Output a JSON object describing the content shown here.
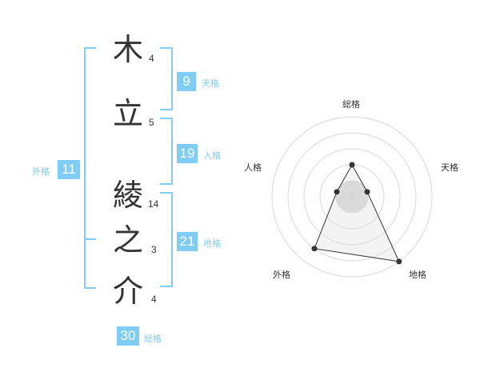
{
  "name": {
    "chars": [
      {
        "char": "木",
        "strokes": "4"
      },
      {
        "char": "立",
        "strokes": "5"
      },
      {
        "char": "綾",
        "strokes": "14"
      },
      {
        "char": "之",
        "strokes": "3"
      },
      {
        "char": "介",
        "strokes": "4"
      }
    ]
  },
  "fortune": {
    "tenkaku": {
      "value": "9",
      "label": "天格"
    },
    "jinkaku": {
      "value": "19",
      "label": "人格"
    },
    "chikaku": {
      "value": "21",
      "label": "地格"
    },
    "gaikaku": {
      "value": "11",
      "label": "外格"
    },
    "soukaku": {
      "value": "30",
      "label": "総格"
    }
  },
  "colors": {
    "accent": "#7fcdf4",
    "text": "#333333",
    "ring": "#d9d9d9",
    "fill": "#f2f2f2"
  },
  "chart_data": {
    "type": "radar",
    "axes": [
      "総格",
      "天格",
      "地格",
      "外格",
      "人格"
    ],
    "values": [
      2,
      1,
      5,
      4,
      1
    ],
    "max": 5
  }
}
